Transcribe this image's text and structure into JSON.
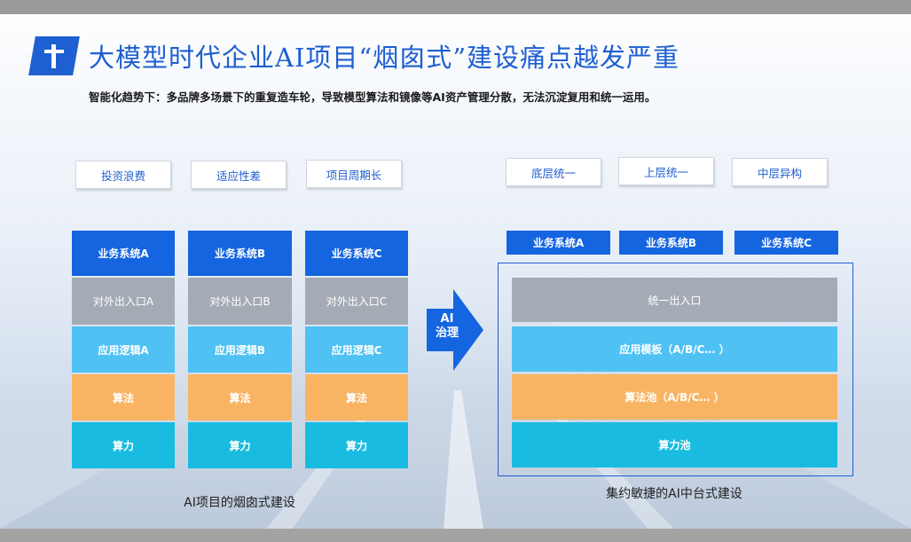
{
  "title": "大模型时代企业AI项目“烟囱式”建设痛点越发严重",
  "subtitle": "智能化趋势下：多品牌多场景下的重复造车轮，导致模型算法和镜像等AI资产管理分散，无法沉淀复用和统一运用。",
  "left": {
    "tags": [
      "投资浪费",
      "适应性差",
      "项目周期长"
    ],
    "columns": [
      {
        "system": "业务系统A",
        "io": "对外出入口A",
        "app": "应用逻辑A",
        "algo": "算法",
        "compute": "算力"
      },
      {
        "system": "业务系统B",
        "io": "对外出入口B",
        "app": "应用逻辑B",
        "algo": "算法",
        "compute": "算力"
      },
      {
        "system": "业务系统C",
        "io": "对外出入口C",
        "app": "应用逻辑C",
        "algo": "算法",
        "compute": "算力"
      }
    ],
    "caption": "AI项目的烟囱式建设"
  },
  "arrow": {
    "line1": "AI",
    "line2": "治理"
  },
  "right": {
    "tags": [
      "底层统一",
      "上层统一",
      "中层异构"
    ],
    "systems": [
      "业务系统A",
      "业务系统B",
      "业务系统C"
    ],
    "layers": {
      "io": "统一出入口",
      "app": "应用模板（A/B/C… ）",
      "algo": "算法池（A/B/C… ）",
      "compute": "算力池"
    },
    "caption": "集约敏捷的AI中台式建设"
  },
  "colors": {
    "brand_blue": "#1565e0",
    "io_gray": "#a4abb5",
    "app_lightblue": "#4fc1f3",
    "algo_orange": "#f9b463",
    "compute_cyan": "#19bce0"
  },
  "icons": {
    "logo": "t-logo-icon",
    "arrow": "right-arrow-icon"
  }
}
